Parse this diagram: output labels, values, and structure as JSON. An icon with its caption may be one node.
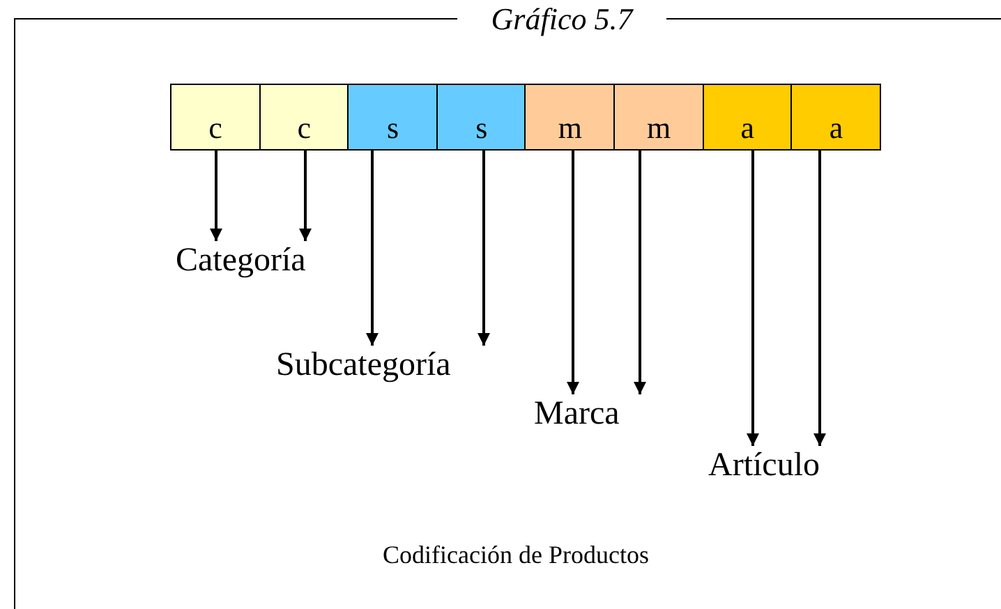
{
  "diagram": {
    "title": "Gráfico 5.7",
    "caption": "Codificación de Productos",
    "nodes": [
      {
        "text": [
          "c"
        ]
      },
      {
        "text": [
          "c"
        ]
      },
      {
        "text": [
          "s"
        ]
      },
      {
        "text": [
          "s"
        ]
      },
      {
        "text": [
          "m"
        ]
      },
      {
        "text": [
          "m"
        ]
      },
      {
        "text": [
          "a"
        ]
      },
      {
        "text": [
          "a"
        ]
      },
      {
        "text": [
          "Categoría"
        ]
      },
      {
        "text": [
          "Subcategoría"
        ]
      },
      {
        "text": [
          "Marca"
        ]
      },
      {
        "text": [
          "Artículo"
        ]
      }
    ],
    "edges": [
      {
        "from": 0,
        "to": 8,
        "arrow": "to"
      },
      {
        "from": 1,
        "to": 8,
        "arrow": "to"
      },
      {
        "from": 2,
        "to": 9,
        "arrow": "to"
      },
      {
        "from": 3,
        "to": 9,
        "arrow": "to"
      },
      {
        "from": 4,
        "to": 10,
        "arrow": "to"
      },
      {
        "from": 5,
        "to": 10,
        "arrow": "to"
      },
      {
        "from": 6,
        "to": 11,
        "arrow": "to"
      },
      {
        "from": 7,
        "to": 11,
        "arrow": "to"
      }
    ]
  }
}
